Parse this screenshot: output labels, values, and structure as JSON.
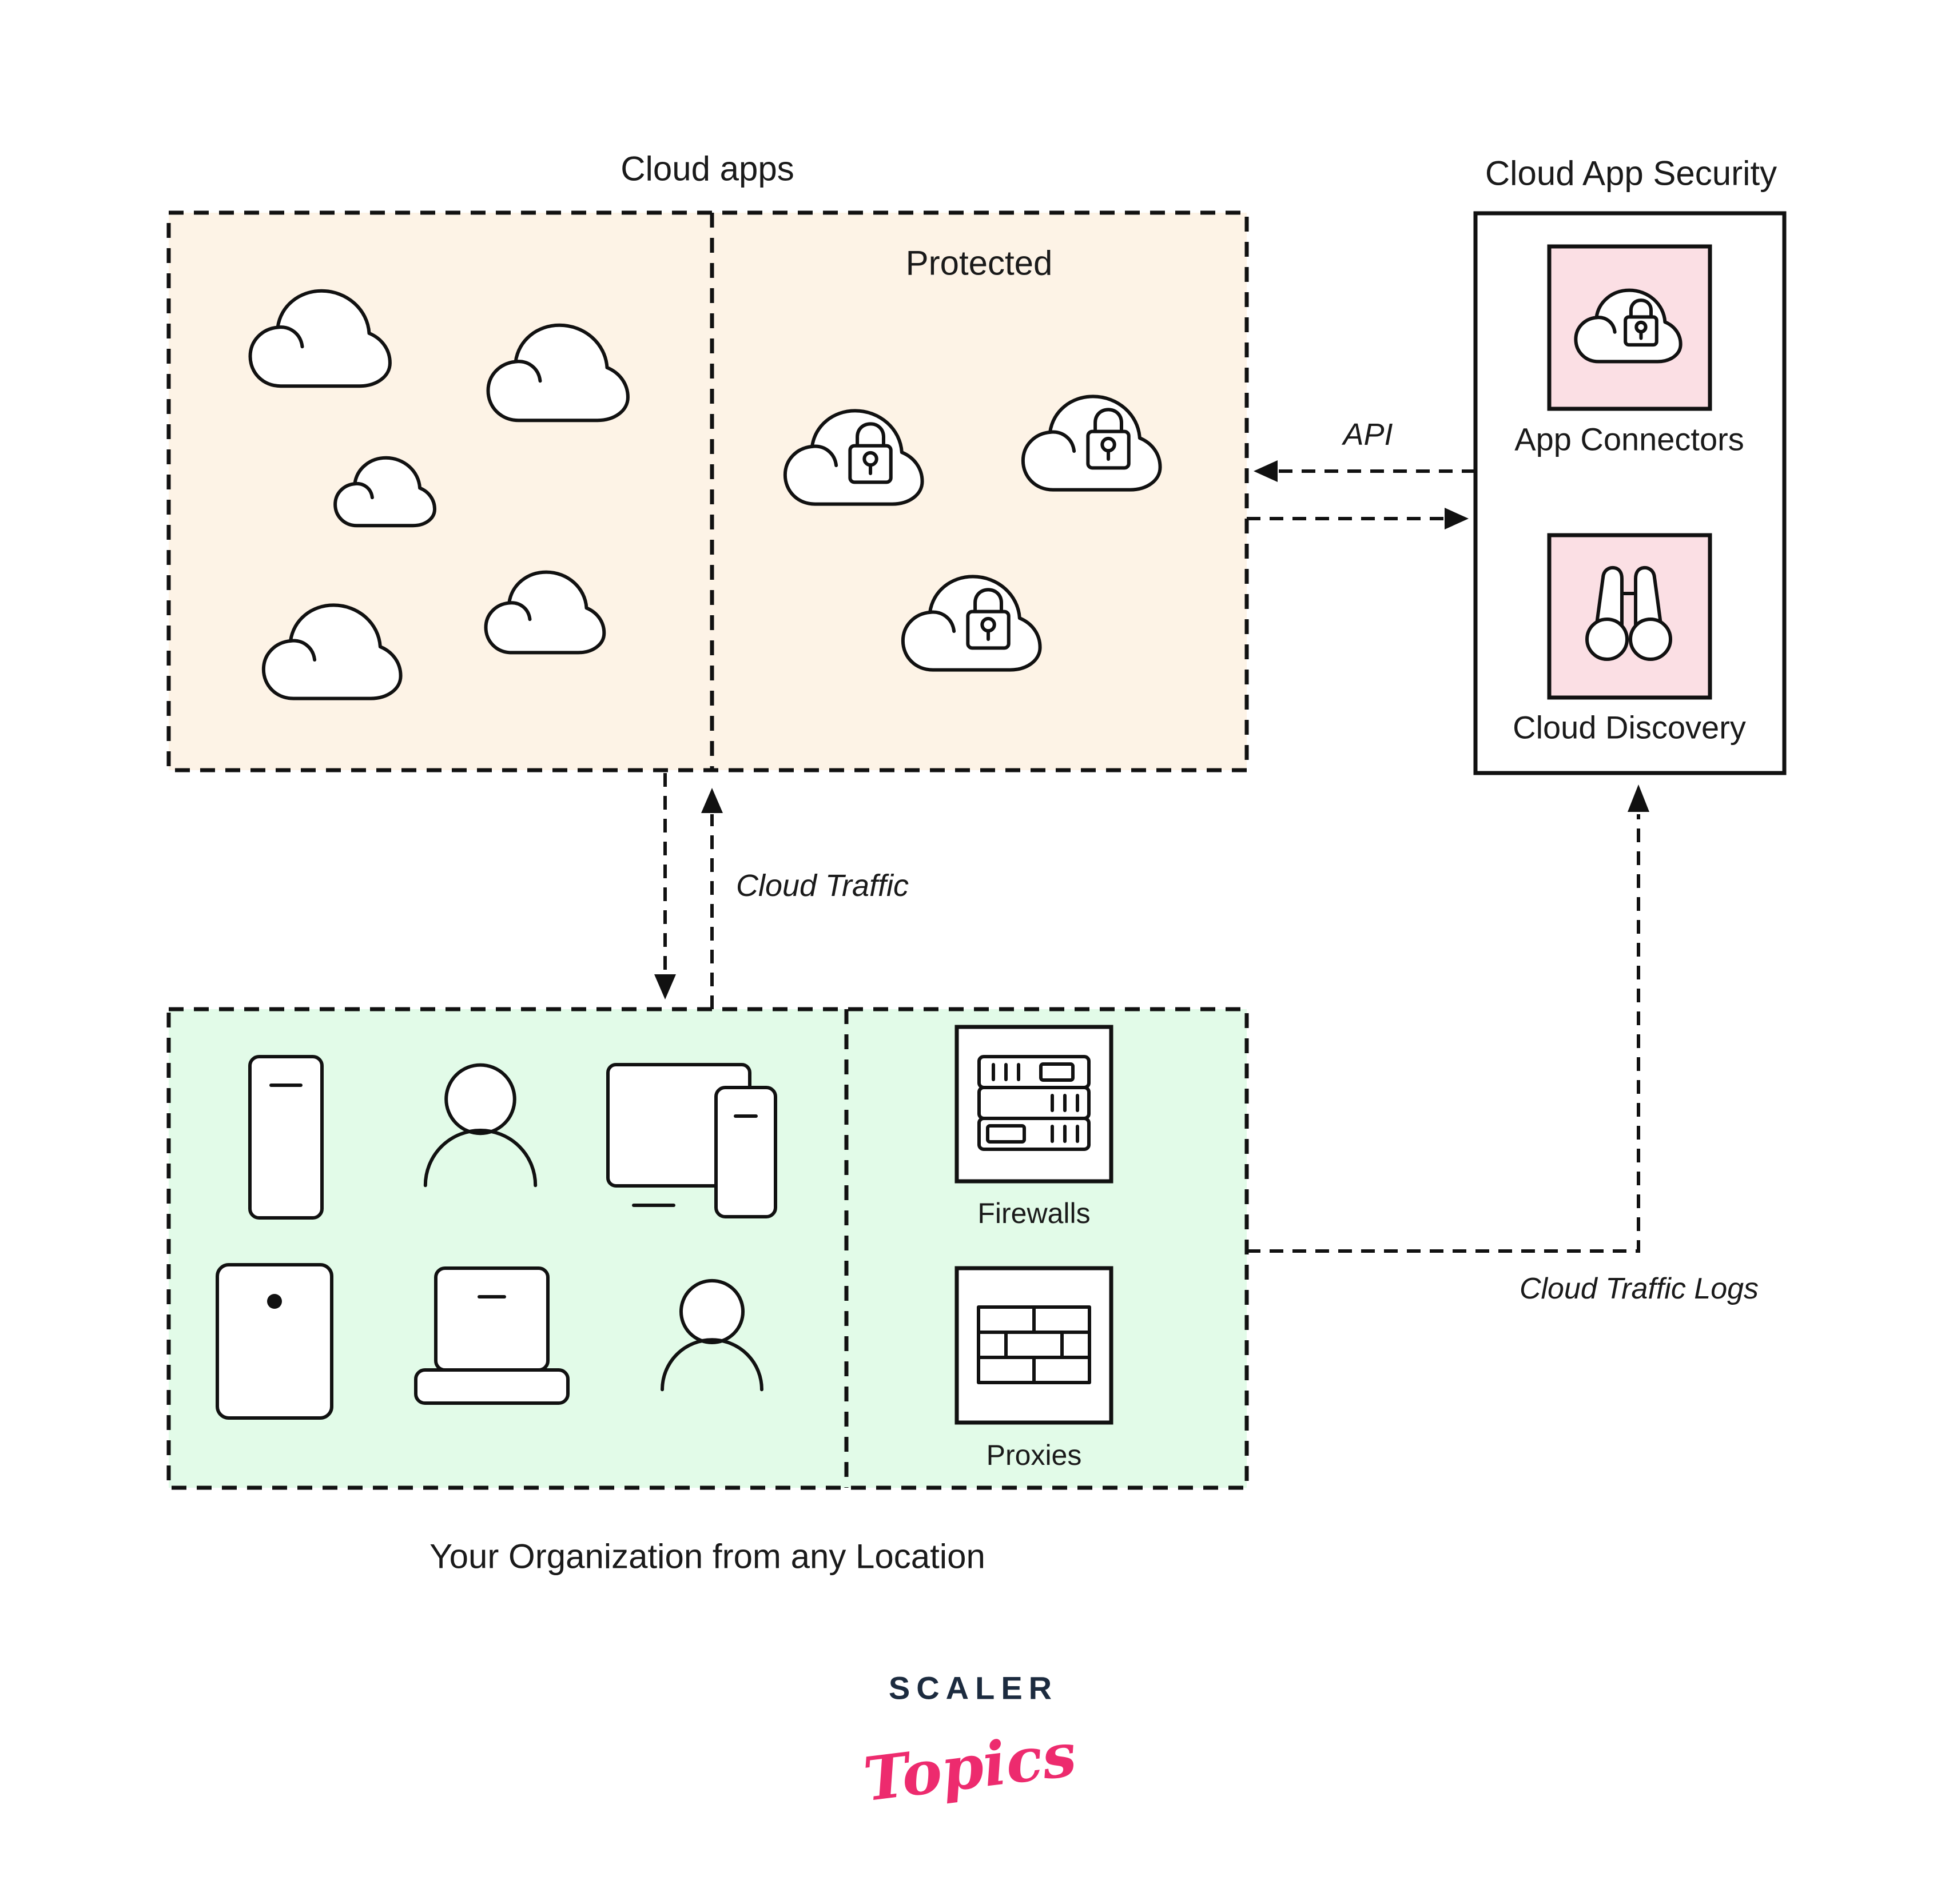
{
  "diagram": {
    "titles": {
      "cloud_apps": "Cloud apps",
      "cloud_app_security": "Cloud App Security",
      "protected": "Protected",
      "organization": "Your Organization from any Location"
    },
    "labels": {
      "api": "API",
      "cloud_traffic": "Cloud Traffic",
      "cloud_traffic_logs": "Cloud Traffic Logs",
      "app_connectors": "App Connectors",
      "cloud_discovery": "Cloud Discovery",
      "firewalls": "Firewalls",
      "proxies": "Proxies"
    },
    "logo": {
      "scaler": "SCALER",
      "topics": "Topics"
    },
    "colors": {
      "cloud_apps_bg": "#fdf3e6",
      "organization_bg": "#e2fbe8",
      "security_tile_bg": "#fbdfe4",
      "stroke": "#111111",
      "logo_scaler": "#1c2b3f",
      "logo_topics": "#ed2b6e"
    },
    "icons": {
      "cloud-icon": "plain cloud (unmanaged app)",
      "cloud-lock-icon": "cloud with padlock (protected app)",
      "binoculars-icon": "binoculars (discovery)",
      "smartphone-icon": "smartphone device",
      "user-icon": "person / user",
      "monitor-phone-icon": "monitor with phone",
      "tablet-icon": "tablet device",
      "laptop-icon": "laptop device",
      "server-rack-icon": "firewall server rack",
      "brick-wall-icon": "proxy brick wall"
    }
  }
}
